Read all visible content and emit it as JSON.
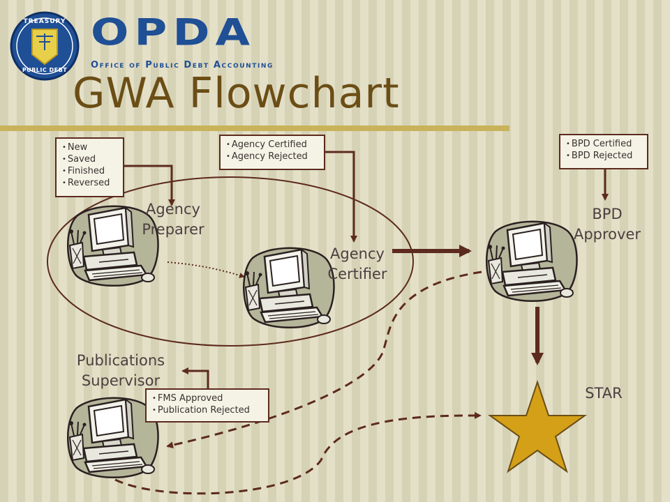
{
  "header": {
    "brand_name": "OPDA",
    "brand_subtitle": "Office of Public Debt Accounting",
    "seal_top_text": "TREASURY",
    "seal_bottom_text": "PUBLIC DEBT",
    "title": "GWA Flowchart"
  },
  "nodes": {
    "agency_preparer": "Agency\nPreparer",
    "agency_certifier": "Agency\nCertifier",
    "bpd_approver": "BPD\nApprover",
    "publications_supervisor": "Publications\nSupervisor",
    "star": "STAR"
  },
  "status_boxes": {
    "preparer": [
      "New",
      "Saved",
      "Finished",
      "Reversed"
    ],
    "certifier": [
      "Agency Certified",
      "Agency Rejected"
    ],
    "approver": [
      "BPD Certified",
      "BPD Rejected"
    ],
    "publications": [
      "FMS Approved",
      "Publication Rejected"
    ]
  },
  "colors": {
    "accent_brown": "#5c2a1e",
    "title_brown": "#6b4e16",
    "brand_blue": "#1f4f95",
    "star_gold": "#d4a017",
    "title_rule": "#c8b25a"
  },
  "icons": {
    "computer": "computer-clipart-icon",
    "star": "star-icon",
    "seal": "treasury-seal-icon"
  }
}
